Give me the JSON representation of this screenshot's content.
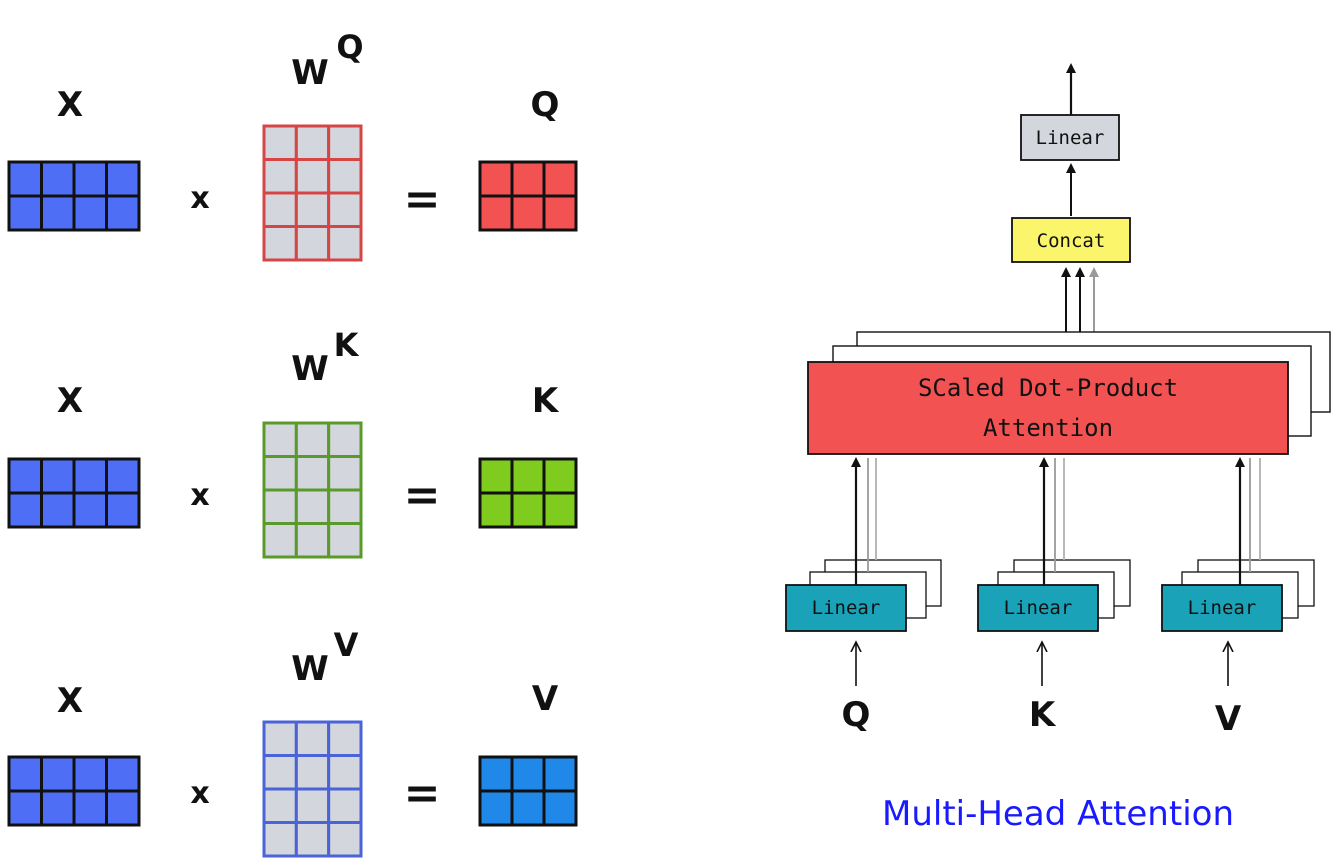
{
  "projections": [
    {
      "input_label": "X",
      "operator_times": "x",
      "weight_base": "W",
      "weight_sup": "Q",
      "operator_equals": "=",
      "output_label": "Q",
      "weight_border_color": "#d64545",
      "output_fill_color": "#f25252"
    },
    {
      "input_label": "X",
      "operator_times": "x",
      "weight_base": "W",
      "weight_sup": "K",
      "operator_equals": "=",
      "output_label": "K",
      "weight_border_color": "#5a9a2a",
      "output_fill_color": "#7fcc1f"
    },
    {
      "input_label": "X",
      "operator_times": "x",
      "weight_base": "W",
      "weight_sup": "V",
      "operator_equals": "=",
      "output_label": "V",
      "weight_border_color": "#4a63d6",
      "output_fill_color": "#1f88e8"
    }
  ],
  "colors": {
    "input_matrix": "#4d6ef5",
    "weight_fill": "#d3d6dc",
    "linear_box": "#1aa3b8",
    "attention_box": "#f25252",
    "concat_box": "#fbf56b",
    "output_linear_box": "#d3d6dc",
    "caption": "#1a1aff"
  },
  "mha": {
    "output_linear": "Linear",
    "concat": "Concat",
    "attention_line1": "SCaled Dot-Product",
    "attention_line2": "Attention",
    "input_linears": [
      "Linear",
      "Linear",
      "Linear"
    ],
    "inputs": [
      "Q",
      "K",
      "V"
    ],
    "caption": "Multi-Head Attention"
  }
}
